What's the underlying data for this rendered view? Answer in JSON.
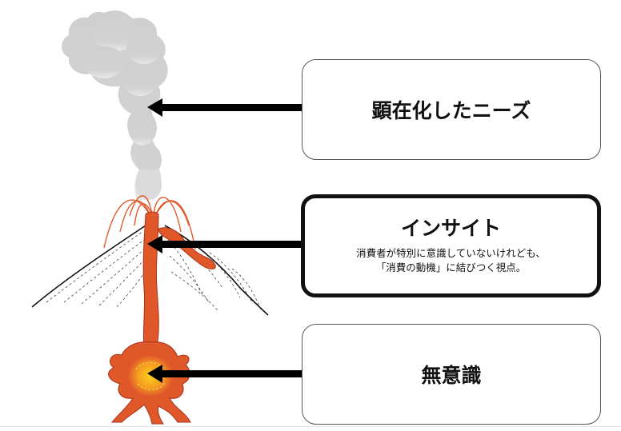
{
  "boxes": {
    "top": {
      "title": "顕在化したニーズ"
    },
    "middle": {
      "title": "インサイト",
      "desc_line1": "消費者が特別に意識していないけれども、",
      "desc_line2": "「消費の動機」に結びつく視点。"
    },
    "bottom": {
      "title": "無意識"
    }
  },
  "colors": {
    "smoke": "#cfcfcf",
    "lava": "#e0582a",
    "lava_dark": "#a8321a",
    "magma_core": "#f6a021",
    "arrow": "#000000",
    "outline": "#111111"
  },
  "icons": [
    "volcano-illustration",
    "smoke-plume",
    "magma-chamber",
    "arrow-left"
  ]
}
